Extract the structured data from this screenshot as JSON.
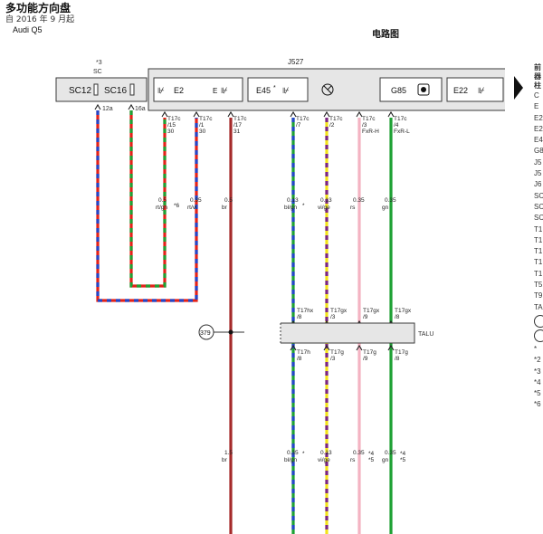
{
  "header": {
    "title": "多功能方向盘",
    "subtitle": "自 2016 年 9 月起",
    "model": "Audi Q5",
    "center_title": "电路图"
  },
  "nav": {
    "arrow": "next-page-arrow"
  },
  "components": {
    "sc_box": {
      "sc12": "SC12",
      "sc16": "SC16",
      "note": "*3",
      "label": "SC",
      "pin_a": "12a",
      "pin_b": "16a"
    },
    "j527": {
      "label": "J527",
      "e2": "E2",
      "e": "E",
      "e45": "E45",
      "e45_star": "*",
      "g85": "G85",
      "e22": "E22"
    },
    "talu": {
      "label": "TALU"
    },
    "ref_379": "379"
  },
  "pins_top": [
    {
      "id": "p1",
      "l1": "T17c",
      "l2": "/15",
      "l3": "30"
    },
    {
      "id": "p2",
      "l1": "T17c",
      "l2": "/1",
      "l3": "30"
    },
    {
      "id": "p3",
      "l1": "T17c",
      "l2": "/17",
      "l3": "31"
    },
    {
      "id": "p4",
      "l1": "T17c",
      "l2": "/7",
      "l3": ""
    },
    {
      "id": "p5",
      "l1": "T17c",
      "l2": "/2",
      "l3": ""
    },
    {
      "id": "p6",
      "l1": "T17c",
      "l2": "/3",
      "l3": "FxR-H"
    },
    {
      "id": "p7",
      "l1": "T17c",
      "l2": "/4",
      "l3": "FxR-L"
    }
  ],
  "wires_mid": [
    {
      "size": "0.5",
      "color": "rt/gn",
      "note": "*6"
    },
    {
      "size": "0.35",
      "color": "rt/vi",
      "note": ""
    },
    {
      "size": "0.5",
      "color": "br",
      "note": ""
    },
    {
      "size": "0.13",
      "color": "bl/gn",
      "note": "*"
    },
    {
      "size": "0.13",
      "color": "vi/ge",
      "note": ""
    },
    {
      "size": "0.35",
      "color": "rs",
      "note": ""
    },
    {
      "size": "0.35",
      "color": "gn",
      "note": ""
    }
  ],
  "talu_top": [
    {
      "l1": "T17hx",
      "l2": "/8"
    },
    {
      "l1": "T17gx",
      "l2": "/3"
    },
    {
      "l1": "T17gx",
      "l2": "/9"
    },
    {
      "l1": "T17gx",
      "l2": "/8"
    }
  ],
  "talu_bottom": [
    {
      "l1": "T17h",
      "l2": "/8"
    },
    {
      "l1": "T17g",
      "l2": "/3"
    },
    {
      "l1": "T17g",
      "l2": "/9"
    },
    {
      "l1": "T17g",
      "l2": "/8"
    }
  ],
  "wires_bottom": [
    {
      "size": "1.5",
      "color": "br",
      "n1": "",
      "n2": ""
    },
    {
      "size": "0.35",
      "color": "bl/gn",
      "n1": "*",
      "n2": ""
    },
    {
      "size": "0.13",
      "color": "vi/ge",
      "n1": "",
      "n2": ""
    },
    {
      "size": "0.35",
      "color": "rs",
      "n1": "*4",
      "n2": "*5"
    },
    {
      "size": "0.35",
      "color": "gn",
      "n1": "*4",
      "n2": "*5"
    }
  ],
  "legend": {
    "heading": [
      "前",
      "器",
      "柱"
    ],
    "lines": [
      "C",
      "E",
      "E2",
      "E2",
      "E4",
      "G8",
      "J5",
      "J5",
      "J6",
      "SC",
      "SC",
      "SC",
      "T1",
      "T1",
      "T1",
      "T1",
      "T1",
      "T5",
      "T9",
      "TA",
      "*",
      "*2",
      "*3",
      "*4",
      "*5",
      "*6"
    ]
  },
  "colors": {
    "red": "#e32219",
    "green": "#1ea134",
    "blue": "#2446c8",
    "purple": "#7a2586",
    "yellow": "#f2e21a",
    "pink": "#f4b3c2",
    "brown": "#a52a2a",
    "frame": "#3a3a3a",
    "fill": "#e6e6e6"
  }
}
